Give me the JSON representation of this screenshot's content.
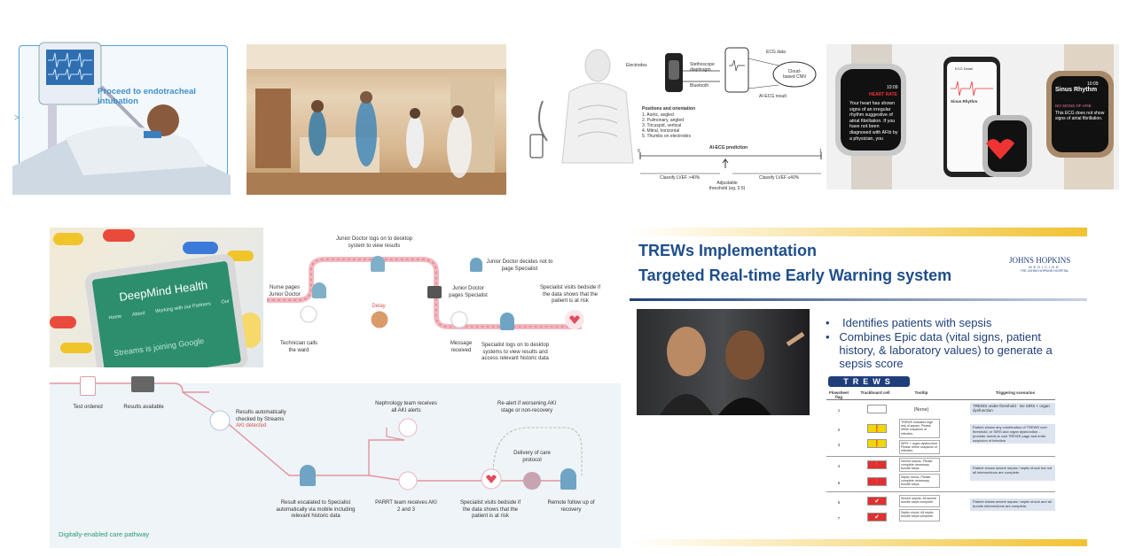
{
  "intubation": {
    "title": "Proceed to endotracheal intubation"
  },
  "ecg": {
    "electrodes": "Electrodes",
    "stethoscope": "Stethoscope diaphragm",
    "bluetooth": "Bluetooth",
    "ecg_data": "ECG data",
    "cloud": "Cloud-based CNN",
    "result": "AI-ECG result",
    "positions_title": "Positions and orientation",
    "positions": [
      "1. Aortic, angled",
      "2. Pulmonary, angled",
      "3. Tricuspid, vertical",
      "4. Mitral, horizontal",
      "5. Thumbs on electrodes"
    ],
    "prediction": "AI-ECG prediction",
    "axis_min": "0",
    "axis_max": "1",
    "left_class": "Classify LVEF >40%",
    "threshold": "Adjustable threshold (eg. 0.5)",
    "right_class": "Classify LVEF ≤40%"
  },
  "watches": {
    "left_heading": "HEART RATE",
    "time": "10:09",
    "left_body": "Your heart has shown signs of an irregular rhythm suggestive of atrial fibrillation. If you have not been diagnosed with AFib by a physician, you",
    "phone_heading": "ECG Detail",
    "phone_result": "Sinus Rhythm",
    "right_heading": "Sinus Rhythm",
    "right_sub": "NO SIGNS OF AFIB",
    "right_body": "This ECG does not show signs of atrial fibrillation."
  },
  "deepmind": {
    "phone_brand": "DeepMind Health",
    "phone_nav": [
      "Home",
      "About",
      "Working with our Partners",
      "Our"
    ],
    "phone_banner": "Streams is joining Google",
    "nodes": {
      "nurse": "Nurse pages Junior Doctor",
      "technician": "Technician calls the ward",
      "junior_logon": "Junior Doctor logs on to desktop system to view results",
      "delay": "Delay",
      "junior_pages": "Junior Doctor pages Specialist",
      "message": "Message received",
      "junior_decides": "Junior Doctor decides not to page Specialist",
      "specialist_logon": "Specialist logs on to desktop systems to view results and access relevant historic data",
      "specialist_visits": "Specialist visits bedside if the data shows that the patient is at risk",
      "test_ordered": "Test ordered",
      "results_available": "Results available",
      "auto_checked": "Results automatically checked by Streams",
      "aki": "AKI detected",
      "nephrology": "Nephrology team receives all AKI alerts",
      "realert": "Re-alert if worsening AKI stage or non-recovery",
      "delivery": "Delivery of care protocol",
      "escalated": "Result escalated to Specialist automatically via mobile including relevant historic data",
      "parrt": "PARRT team receives AKI 2 and 3",
      "specialist_visits2": "Specialist visits bedside if the data shows that the patient is at risk",
      "followup": "Remote follow up of recovery"
    },
    "pathway": "Digitally-enabled care pathway"
  },
  "trews": {
    "title1": "TREWs Implementation",
    "title2": "Targeted Real-time Early Warning system",
    "logo": "JOHNS HOPKINS",
    "logo_sub": "MEDICINE",
    "logo_sub2": "THE JOHNS HOPKINS HOSPITAL",
    "bullets": [
      "Identifies patients with sepsis",
      "Combines Epic data (vital signs, patient history, & laboratory values) to generate a sepsis score"
    ],
    "badge": "TREWS",
    "headers": [
      "Flowsheet flag",
      "Trackboard cell",
      "Tooltip",
      "Triggering scenarios"
    ],
    "rows": [
      {
        "flag": "1",
        "tooltip": "(None)",
        "scenario": "TREWS under threshold · No SIRS + organ dysfunction"
      },
      {
        "flag": "2",
        "tooltip": "TREWS indicates high risk of sepsis. Please refine suspicion of infection.",
        "scenario": "Patient shows any combination of TREWS over threshold, or SIRS and organ dysfunction - provider needs to visit TREWS page and enter suspicion of infection"
      },
      {
        "flag": "3",
        "tooltip": "SIRS + organ dysfunction. Please refine suspicion of infection.",
        "scenario": ""
      },
      {
        "flag": "4",
        "tooltip": "Severe sepsis. Please complete necessary bundle steps.",
        "scenario": "Patient shows severe sepsis / septic shock but not all interventions are complete."
      },
      {
        "flag": "6",
        "tooltip": "Septic shock. Please complete necessary bundle steps.",
        "scenario": ""
      },
      {
        "flag": "5",
        "tooltip": "Severe sepsis. All severe bundle steps complete.",
        "scenario": "Patient shows severe sepsis / septic shock and all bundle interventions are complete."
      },
      {
        "flag": "7",
        "tooltip": "Septic shock. All septic bundle steps complete.",
        "scenario": ""
      }
    ]
  }
}
